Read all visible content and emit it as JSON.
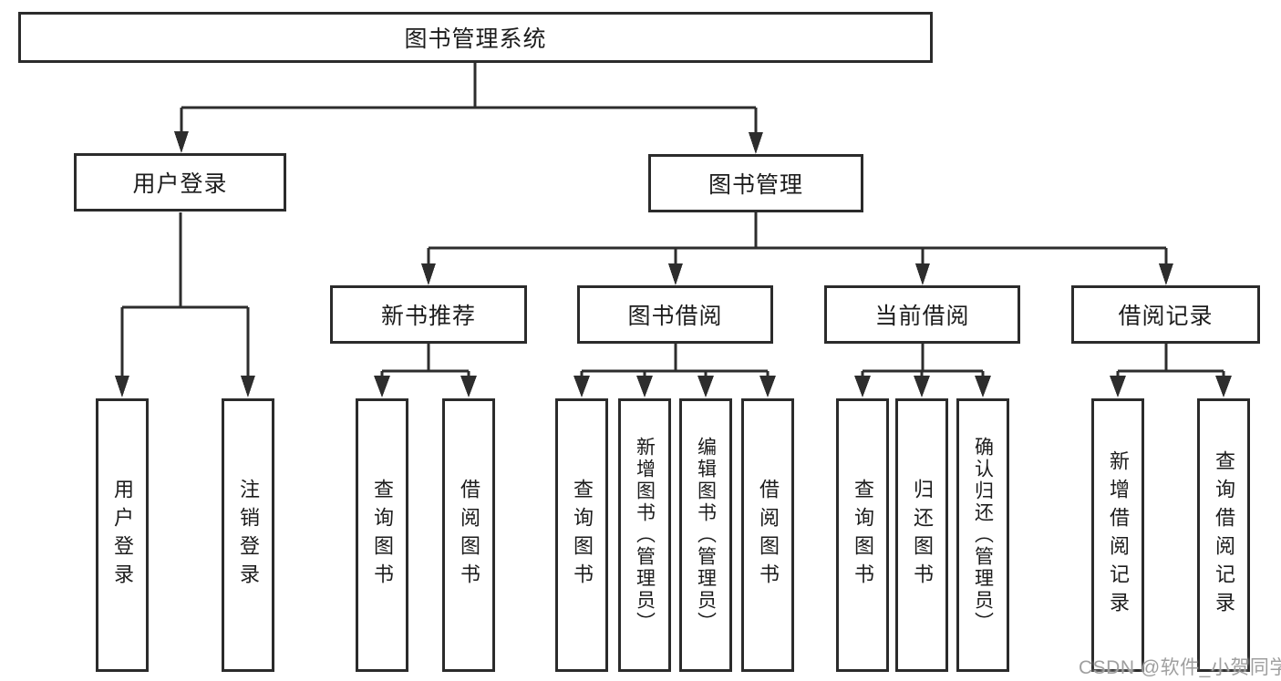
{
  "diagram": {
    "root": {
      "label": "图书管理系统"
    },
    "level2": [
      {
        "label": "用户登录"
      },
      {
        "label": "图书管理"
      }
    ],
    "level3": [
      {
        "label": "新书推荐"
      },
      {
        "label": "图书借阅"
      },
      {
        "label": "当前借阅"
      },
      {
        "label": "借阅记录"
      }
    ],
    "leaves": [
      {
        "label": "用户登录"
      },
      {
        "label": "注销登录"
      },
      {
        "label": "查询图书"
      },
      {
        "label": "借阅图书"
      },
      {
        "label": "查询图书"
      },
      {
        "label": "新增图书（管理员）"
      },
      {
        "label": "编辑图书（管理员）"
      },
      {
        "label": "借阅图书"
      },
      {
        "label": "查询图书"
      },
      {
        "label": "归还图书"
      },
      {
        "label": "确认归还（管理员）"
      },
      {
        "label": "新增借阅记录"
      },
      {
        "label": "查询借阅记录"
      }
    ]
  },
  "watermark": {
    "text": "CSDN @软件_小贺同学"
  },
  "colors": {
    "line": "#2d2d2d",
    "text": "#1c1c1c",
    "watermark": "#9f9f9f",
    "background": "#ffffff"
  }
}
